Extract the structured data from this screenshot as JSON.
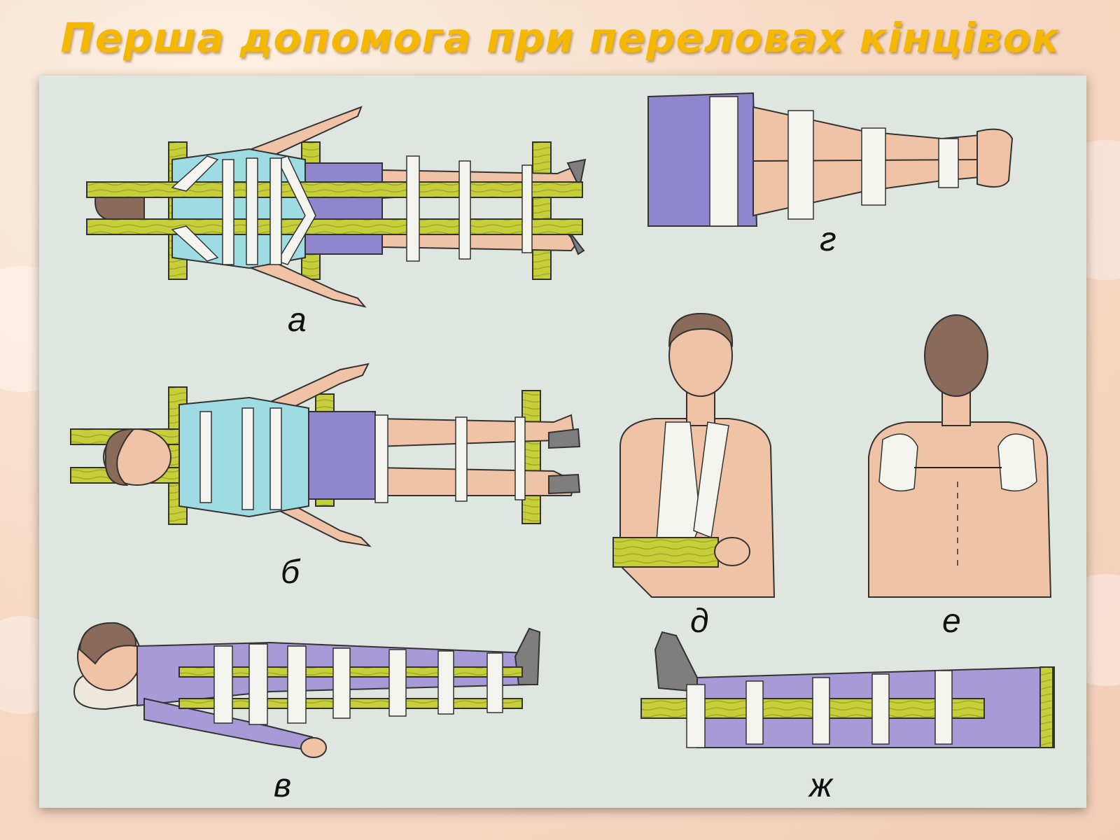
{
  "title": "Перша допомога при переловах кінцівок",
  "figures": [
    {
      "id": "a",
      "label": "а"
    },
    {
      "id": "b",
      "label": "б"
    },
    {
      "id": "v",
      "label": "в"
    },
    {
      "id": "g",
      "label": "г"
    },
    {
      "id": "d",
      "label": "д"
    },
    {
      "id": "e",
      "label": "е"
    },
    {
      "id": "zh",
      "label": "ж"
    }
  ],
  "colors": {
    "splint": "#c6cf3a",
    "bandage": "#f3f4ee",
    "skin": "#f1c3a6",
    "shirt": "#9fdbe3",
    "shorts": "#8f86cc",
    "trousers": "#a79ad6",
    "hair": "#8a6a58",
    "panel": "#dfe6e0",
    "title": "#f5b800"
  }
}
